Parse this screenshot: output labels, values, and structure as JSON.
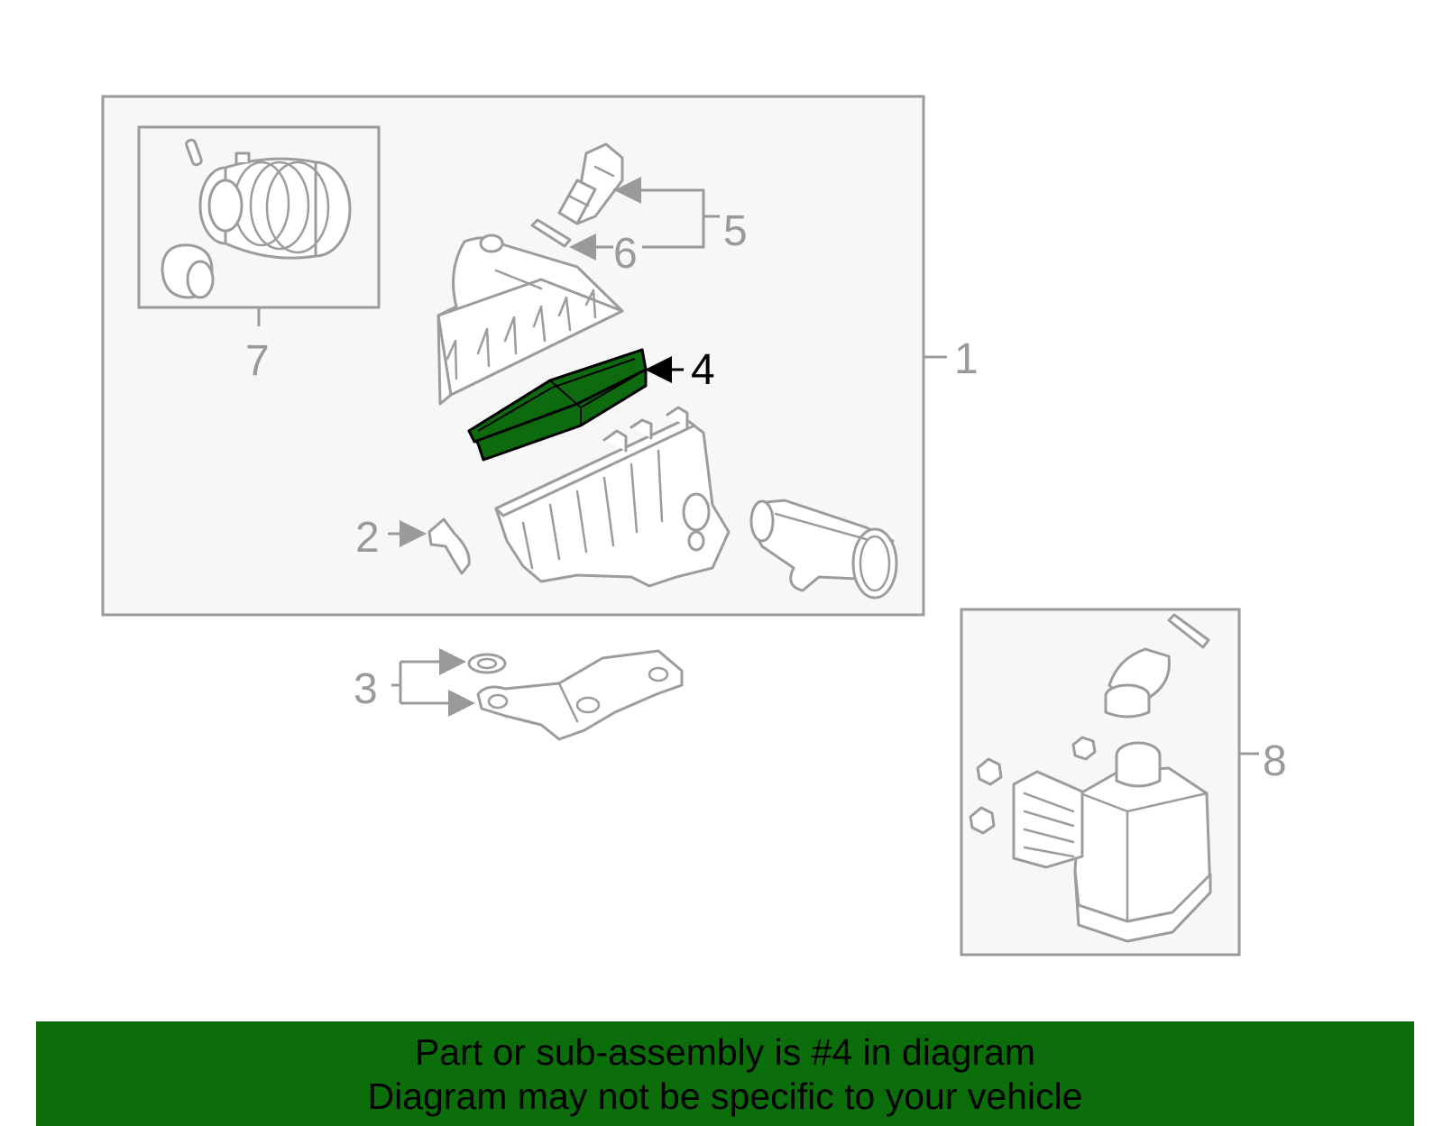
{
  "callouts": {
    "c1": "1",
    "c2": "2",
    "c3": "3",
    "c4": "4",
    "c5": "5",
    "c6": "6",
    "c7": "7",
    "c8": "8"
  },
  "highlighted_part": "4",
  "highlight_color": "#0e6a0e",
  "banner": {
    "line1": "Part or sub-assembly is #4 in diagram",
    "line2": "Diagram may not be specific to your vehicle",
    "background_color": "#0b6e0b"
  }
}
